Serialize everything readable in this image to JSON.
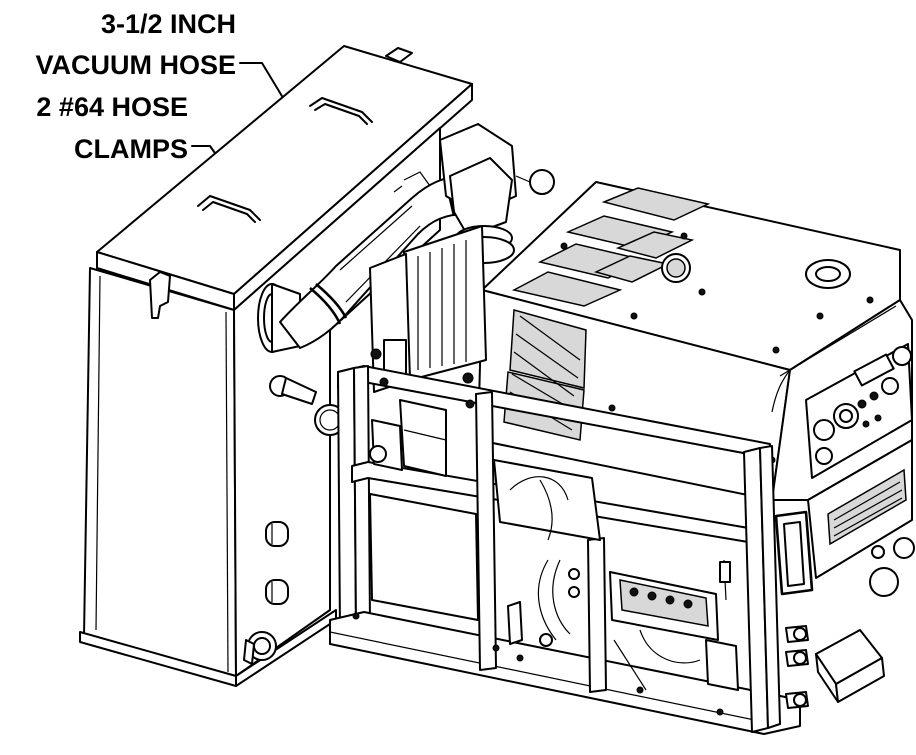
{
  "callouts": {
    "vacuum_hose_line1": "3-1/2 INCH",
    "vacuum_hose_line2": "VACUUM HOSE",
    "hose_clamps_line1": "2 #64 HOSE",
    "hose_clamps_line2": "CLAMPS"
  },
  "colors": {
    "line": "#000000",
    "background": "#ffffff"
  }
}
